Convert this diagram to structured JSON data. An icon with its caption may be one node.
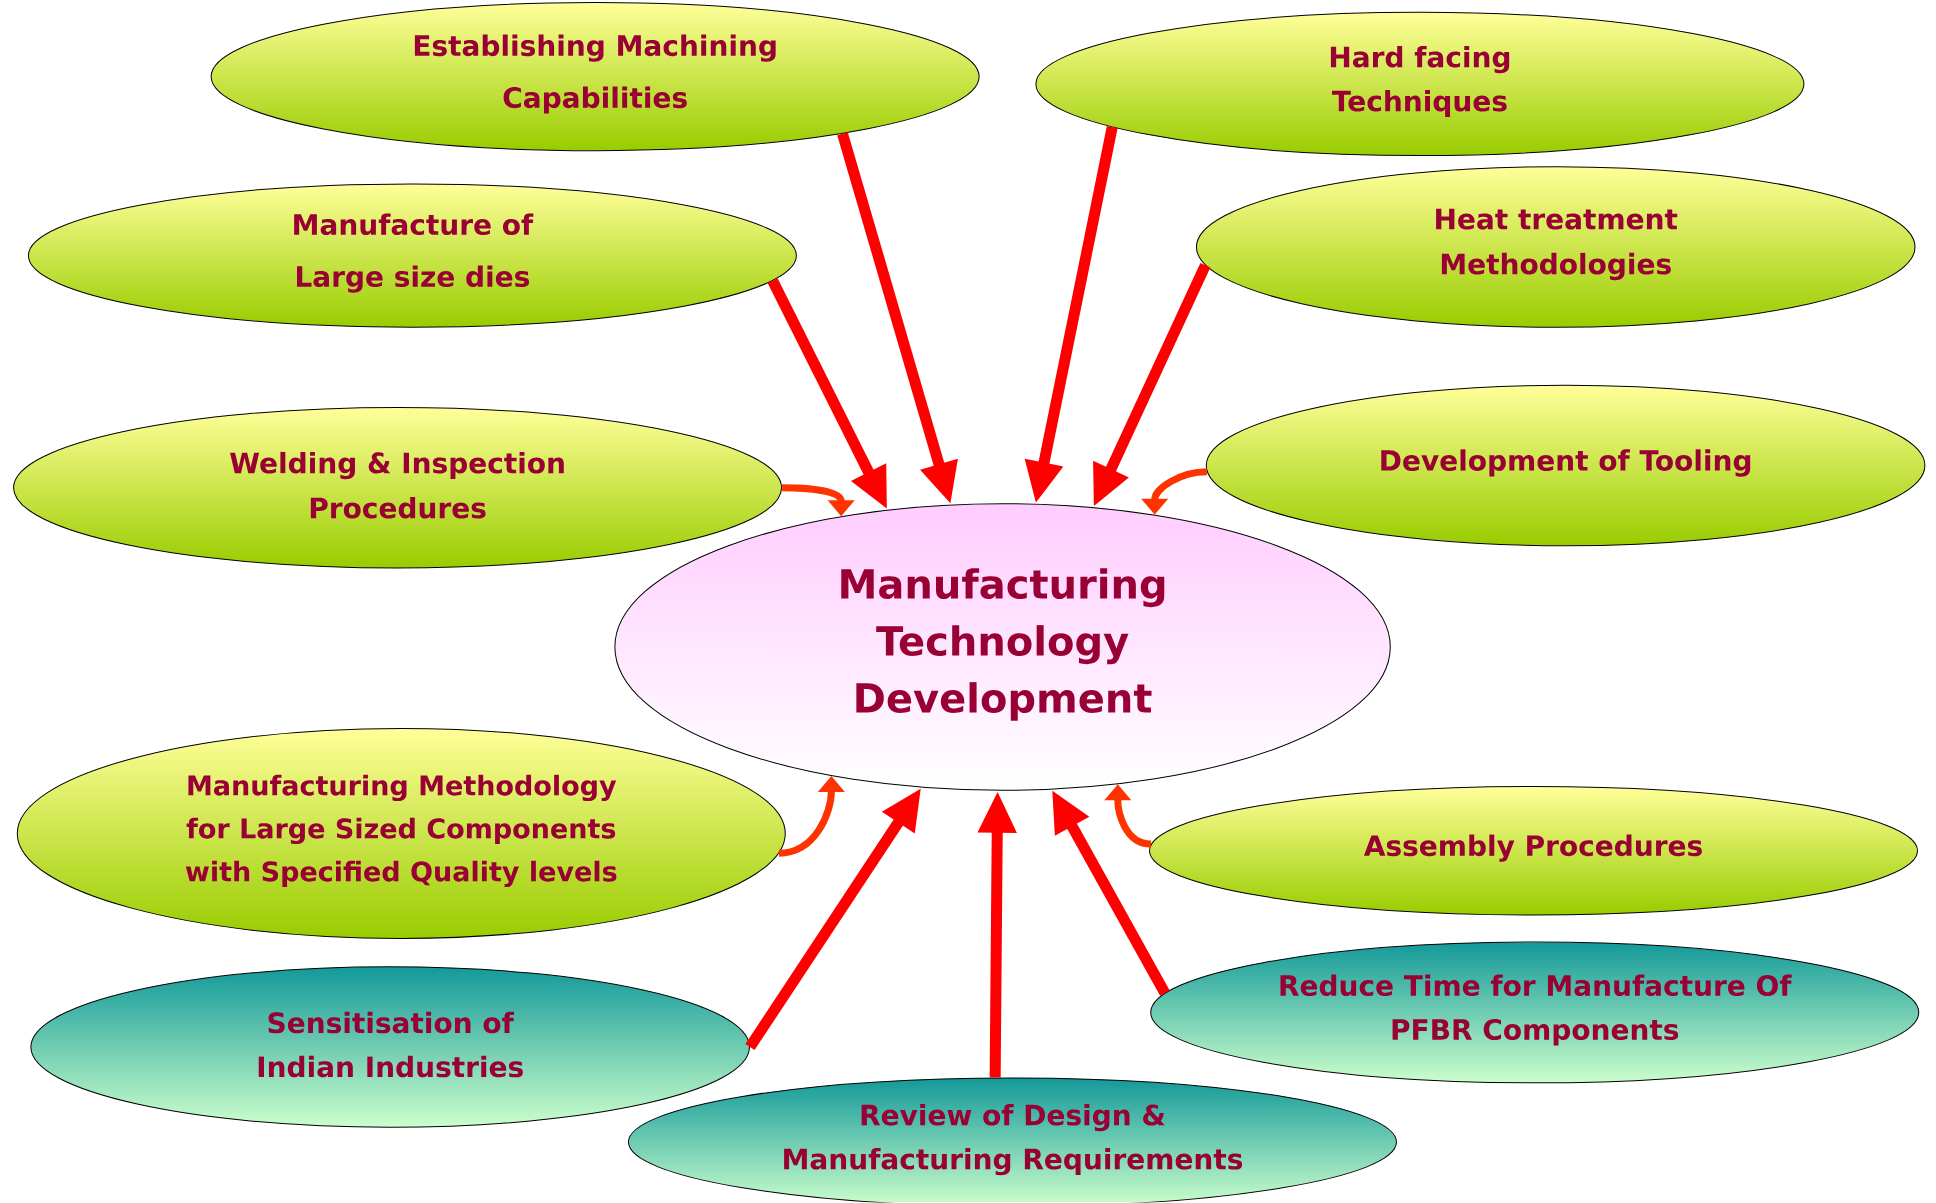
{
  "diagram": {
    "nodes": [
      {
        "text": [
          "Manufacturing Technology Development"
        ]
      },
      {
        "text": [
          "Establishing Machining Capabilities"
        ]
      },
      {
        "text": [
          "Hard facing Techniques"
        ]
      },
      {
        "text": [
          "Manufacture of Large size dies"
        ]
      },
      {
        "text": [
          "Heat treatment Methodologies"
        ]
      },
      {
        "text": [
          "Welding & Inspection Procedures"
        ]
      },
      {
        "text": [
          "Development of Tooling"
        ]
      },
      {
        "text": [
          "Manufacturing Methodology for Large Sized Components with Specified Quality levels"
        ]
      },
      {
        "text": [
          "Assembly Procedures"
        ]
      },
      {
        "text": [
          "Sensitisation of Indian Industries"
        ]
      },
      {
        "text": [
          "Reduce Time for Manufacture Of PFBR Components"
        ]
      },
      {
        "text": [
          "Review of Design & Manufacturing Requirements"
        ]
      }
    ],
    "edges": [
      {
        "from": 1,
        "to": 0,
        "arrow": "to"
      },
      {
        "from": 2,
        "to": 0,
        "arrow": "to"
      },
      {
        "from": 3,
        "to": 0,
        "arrow": "to"
      },
      {
        "from": 4,
        "to": 0,
        "arrow": "to"
      },
      {
        "from": 5,
        "to": 0,
        "arrow": "to",
        "color": "#ff3300"
      },
      {
        "from": 6,
        "to": 0,
        "arrow": "to",
        "color": "#ff3300"
      },
      {
        "from": 7,
        "to": 0,
        "arrow": "to",
        "color": "#ff3300"
      },
      {
        "from": 8,
        "to": 0,
        "arrow": "to",
        "color": "#ff3300"
      },
      {
        "from": 9,
        "to": 0,
        "arrow": "to"
      },
      {
        "from": 10,
        "to": 0,
        "arrow": "to"
      },
      {
        "from": 11,
        "to": 0,
        "arrow": "to"
      }
    ]
  }
}
